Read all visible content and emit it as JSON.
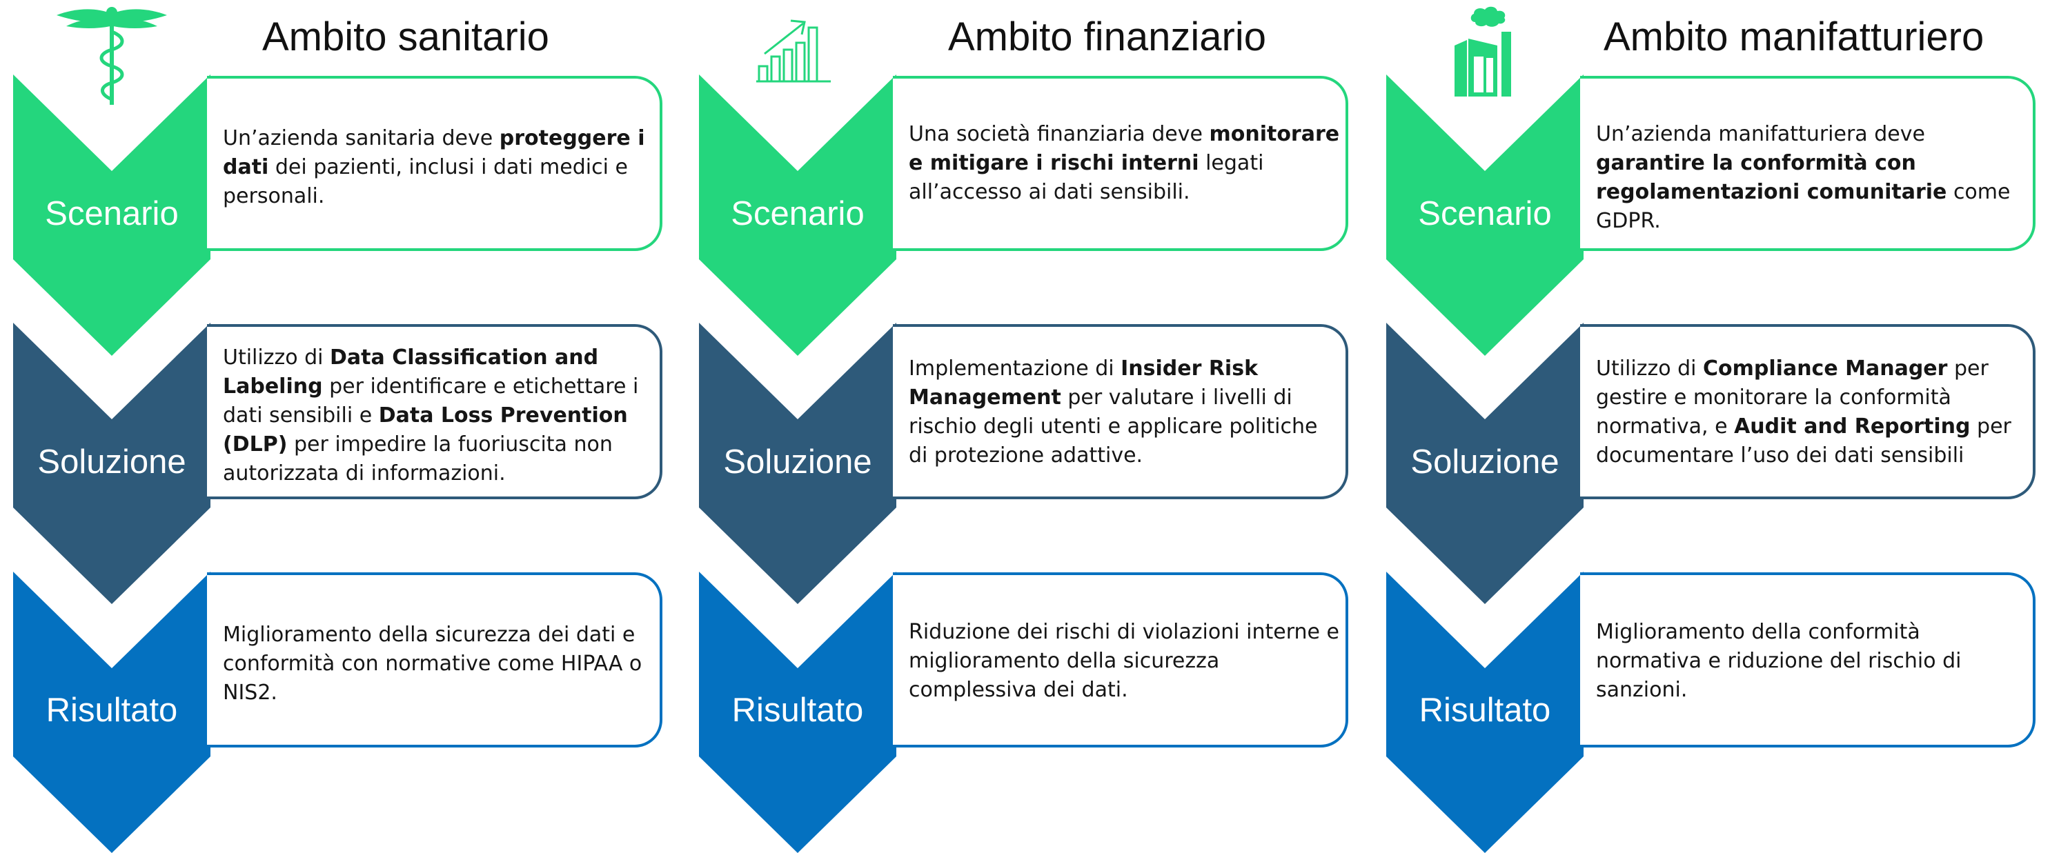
{
  "colors": {
    "scenario": "#24d67d",
    "solution": "#2e5a7a",
    "result": "#0471c0"
  },
  "columns": [
    {
      "title": "Ambito sanitario",
      "icon": "caduceus-icon",
      "rows": [
        {
          "label": "Scenario",
          "parts": [
            {
              "t": "Un’azienda sanitaria deve "
            },
            {
              "t": "proteggere i dati",
              "b": true
            },
            {
              "t": " dei pazienti, inclusi i dati medici e personali."
            }
          ]
        },
        {
          "label": "Soluzione",
          "parts": [
            {
              "t": "Utilizzo di "
            },
            {
              "t": "Data Classification and Labeling",
              "b": true
            },
            {
              "t": " per identificare e etichettare i dati sensibili e "
            },
            {
              "t": "Data Loss Prevention (DLP)",
              "b": true
            },
            {
              "t": " per impedire la fuoriuscita non autorizzata di informazioni."
            }
          ]
        },
        {
          "label": "Risultato",
          "parts": [
            {
              "t": "Miglioramento della sicurezza dei dati e conformità con normative come HIPAA o NIS2."
            }
          ]
        }
      ]
    },
    {
      "title": "Ambito finanziario",
      "icon": "growth-chart-icon",
      "rows": [
        {
          "label": "Scenario",
          "parts": [
            {
              "t": "Una società finanziaria deve "
            },
            {
              "t": "monitorare e mitigare i rischi interni",
              "b": true
            },
            {
              "t": " legati all’accesso ai dati sensibili."
            }
          ]
        },
        {
          "label": "Soluzione",
          "parts": [
            {
              "t": "Implementazione di "
            },
            {
              "t": "Insider Risk Management",
              "b": true
            },
            {
              "t": " per valutare i livelli di rischio degli utenti e applicare politiche di protezione adattive."
            }
          ]
        },
        {
          "label": "Risultato",
          "parts": [
            {
              "t": "Riduzione dei rischi di violazioni interne e miglioramento della sicurezza complessiva dei dati."
            }
          ]
        }
      ]
    },
    {
      "title": "Ambito manifatturiero",
      "icon": "factory-icon",
      "rows": [
        {
          "label": "Scenario",
          "parts": [
            {
              "t": "Un’azienda manifatturiera deve "
            },
            {
              "t": "garantire la conformità con regolamentazioni comunitarie",
              "b": true
            },
            {
              "t": " come GDPR."
            }
          ]
        },
        {
          "label": "Soluzione",
          "parts": [
            {
              "t": "Utilizzo di "
            },
            {
              "t": "Compliance Manager",
              "b": true
            },
            {
              "t": " per gestire e monitorare la conformità normativa, e "
            },
            {
              "t": "Audit and Reporting",
              "b": true
            },
            {
              "t": " per documentare l’uso dei dati sensibili"
            }
          ]
        },
        {
          "label": "Risultato",
          "parts": [
            {
              "t": "Miglioramento della conformità normativa e riduzione del rischio di sanzioni."
            }
          ]
        }
      ]
    }
  ]
}
